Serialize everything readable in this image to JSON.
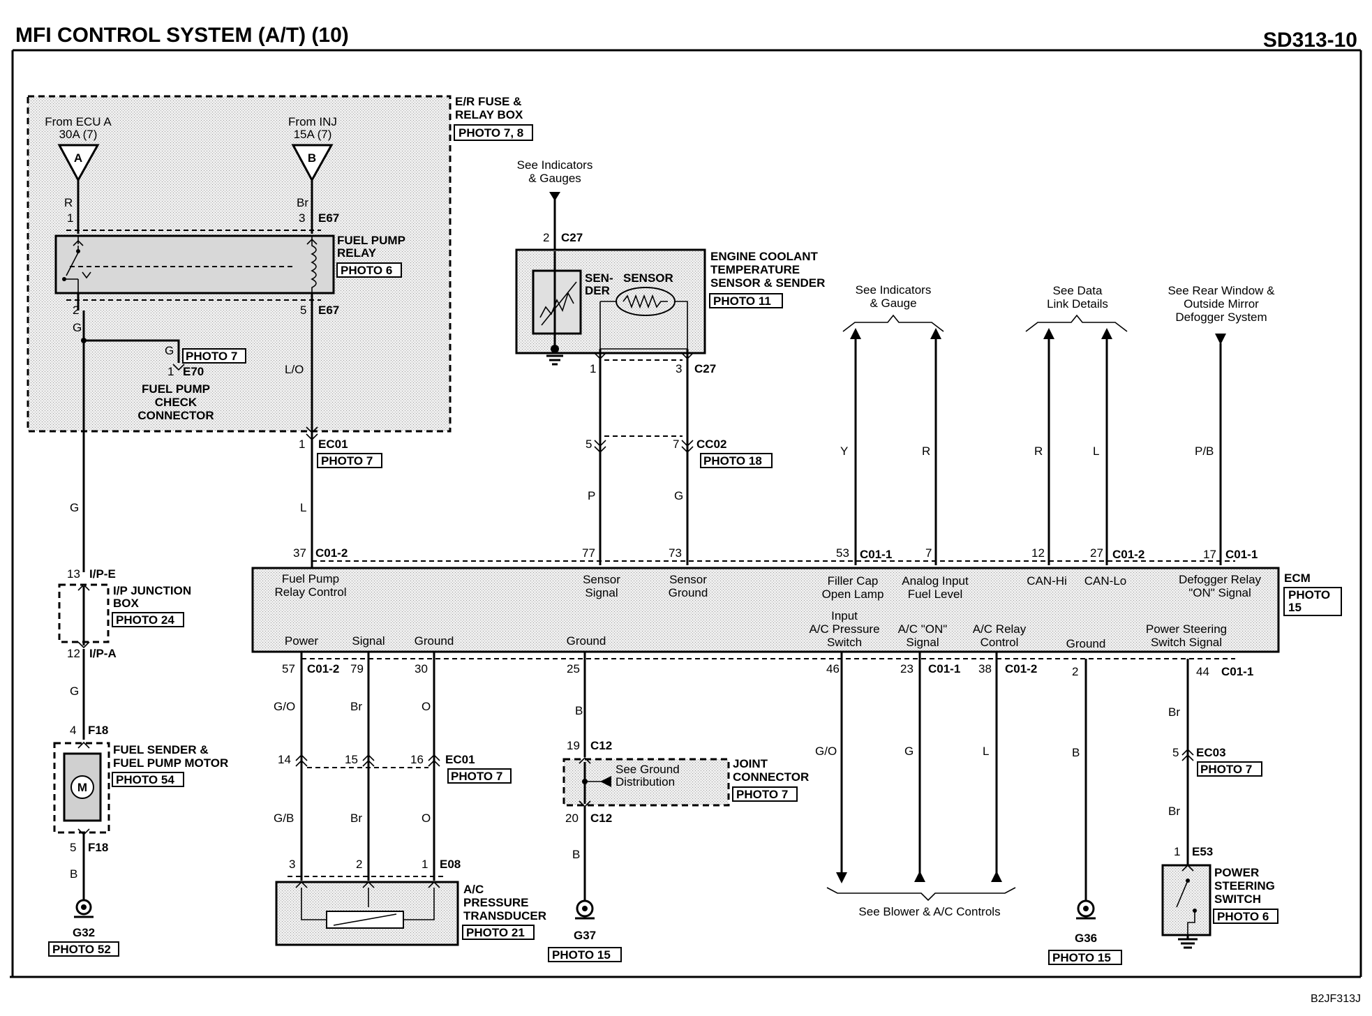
{
  "header": {
    "title": "MFI CONTROL SYSTEM (A/T) (10)",
    "page_code": "SD313-10"
  },
  "footer_code": "B2JF313J",
  "fuse_box": {
    "name": "E/R FUSE &",
    "name2": "RELAY BOX",
    "photo": "PHOTO 7, 8"
  },
  "source_a": {
    "line1": "From ECU A",
    "line2": "30A (7)",
    "letter": "A",
    "wire": "R",
    "pin": "1"
  },
  "source_b": {
    "line1": "From INJ",
    "line2": "15A (7)",
    "letter": "B",
    "wire": "Br",
    "pin": "3",
    "conn": "E67"
  },
  "fuel_pump_relay": {
    "line1": "FUEL PUMP",
    "line2": "RELAY",
    "photo": "PHOTO 6",
    "pin_left": "2",
    "pin_right": "5",
    "conn_right": "E67",
    "wire_left": "G",
    "wire_right": "L/O"
  },
  "check_connector": {
    "wire": "G",
    "pin": "1",
    "conn": "E70",
    "photo": "PHOTO 7",
    "line1": "FUEL PUMP",
    "line2": "CHECK",
    "line3": "CONNECTOR"
  },
  "ec01_top": {
    "pin": "1",
    "conn": "EC01",
    "photo": "PHOTO 7",
    "wire": "L"
  },
  "ip_junction": {
    "pin_top": "13",
    "conn_top": "I/P-E",
    "pin_bottom": "12",
    "conn_bottom": "I/P-A",
    "line1": "I/P JUNCTION",
    "line2": "BOX",
    "photo": "PHOTO 24",
    "wire_above": "G",
    "wire_below": "G"
  },
  "fuel_sender": {
    "pin_top": "4",
    "conn_top": "F18",
    "pin_bottom": "5",
    "conn_bottom": "F18",
    "line1": "FUEL SENDER &",
    "line2": "FUEL PUMP MOTOR",
    "photo": "PHOTO 54",
    "motor": "M",
    "wire_below": "B",
    "wire_main": "G"
  },
  "g32": {
    "name": "G32",
    "photo": "PHOTO 52"
  },
  "indicators_top": {
    "line1": "See Indicators",
    "line2": "& Gauges",
    "pin": "2",
    "conn": "C27"
  },
  "ect_sensor": {
    "line1": "ENGINE COOLANT",
    "line2": "TEMPERATURE",
    "line3": "SENSOR & SENDER",
    "photo": "PHOTO 11",
    "sender1": "SEN-",
    "sender2": "DER",
    "sensor": "SENSOR",
    "pin_left": "1",
    "pin_right": "3",
    "conn": "C27"
  },
  "cc02": {
    "pin_left": "5",
    "pin_right": "7",
    "conn": "CC02",
    "photo": "PHOTO 18",
    "wire_left": "P",
    "wire_right": "G"
  },
  "right_top": {
    "indicators": {
      "line1": "See Indicators",
      "line2": "& Gauge"
    },
    "data_link": {
      "line1": "See Data",
      "line2": "Link Details"
    },
    "defogger": {
      "line1": "See Rear Window &",
      "line2": "Outside Mirror",
      "line3": "Defogger System"
    },
    "wires": [
      "Y",
      "R",
      "R",
      "L",
      "P/B"
    ]
  },
  "ecm": {
    "name": "ECM",
    "photo1": "PHOTO",
    "photo2": "15",
    "top_pins": [
      {
        "pin": "37",
        "conn": "C01-2",
        "l1": "Fuel Pump",
        "l2": "Relay Control"
      },
      {
        "pin": "77",
        "conn": "",
        "l1": "Sensor",
        "l2": "Signal"
      },
      {
        "pin": "73",
        "conn": "",
        "l1": "Sensor",
        "l2": "Ground"
      },
      {
        "pin": "53",
        "conn": "C01-1",
        "l1": "Filler Cap",
        "l2": "Open Lamp"
      },
      {
        "pin": "7",
        "conn": "",
        "l1": "Analog Input",
        "l2": "Fuel Level"
      },
      {
        "pin": "12",
        "conn": "",
        "l1": "CAN-Hi",
        "l2": ""
      },
      {
        "pin": "27",
        "conn": "C01-2",
        "l1": "CAN-Lo",
        "l2": ""
      },
      {
        "pin": "17",
        "conn": "C01-1",
        "l1": "Defogger Relay",
        "l2": "\"ON\" Signal"
      }
    ],
    "bottom_labels": {
      "power": "Power",
      "signal": "Signal",
      "ground1": "Ground",
      "ground2": "Ground",
      "ac_input1": "Input",
      "ac_input2": "A/C Pressure",
      "ac_input3": "Switch",
      "ac_on1": "A/C \"ON\"",
      "ac_on2": "Signal",
      "ac_relay1": "A/C Relay",
      "ac_relay2": "Control",
      "ground3": "Ground",
      "ps1": "Power Steering",
      "ps2": "Switch Signal"
    },
    "bottom_pins": [
      {
        "pin": "57",
        "conn": "C01-2"
      },
      {
        "pin": "79",
        "conn": ""
      },
      {
        "pin": "30",
        "conn": ""
      },
      {
        "pin": "25",
        "conn": ""
      },
      {
        "pin": "46",
        "conn": ""
      },
      {
        "pin": "23",
        "conn": "C01-1"
      },
      {
        "pin": "38",
        "conn": "C01-2"
      },
      {
        "pin": "2",
        "conn": ""
      },
      {
        "pin": "44",
        "conn": "C01-1"
      }
    ]
  },
  "ac_wires": {
    "upper": [
      "G/O",
      "Br",
      "O"
    ],
    "lower": [
      "G/B",
      "Br",
      "O"
    ],
    "ec01_pins": [
      "14",
      "15",
      "16"
    ],
    "ec01_conn": "EC01",
    "ec01_photo": "PHOTO 7",
    "e08_pins": [
      "3",
      "2",
      "1"
    ],
    "e08_conn": "E08"
  },
  "ac_transducer": {
    "line1": "A/C",
    "line2": "PRESSURE",
    "line3": "TRANSDUCER",
    "photo": "PHOTO 21"
  },
  "joint": {
    "wire_top": "B",
    "pin_top": "19",
    "conn_top": "C12",
    "pin_bottom": "20",
    "conn_bottom": "C12",
    "inside1": "See Ground",
    "inside2": "Distribution",
    "line1": "JOINT",
    "line2": "CONNECTOR",
    "photo": "PHOTO 7",
    "wire_bottom": "B"
  },
  "g37": {
    "name": "G37",
    "photo": "PHOTO 15"
  },
  "blower": {
    "text": "See Blower & A/C Controls",
    "wires": [
      "G/O",
      "G",
      "L"
    ]
  },
  "g36": {
    "wire": "B",
    "name": "G36",
    "photo": "PHOTO 15"
  },
  "ps_switch": {
    "wire_top": "Br",
    "pin_ec03": "5",
    "conn_ec03": "EC03",
    "photo_ec03": "PHOTO 7",
    "wire_bottom": "Br",
    "pin": "1",
    "conn": "E53",
    "line1": "POWER",
    "line2": "STEERING",
    "line3": "SWITCH",
    "photo": "PHOTO 6"
  }
}
